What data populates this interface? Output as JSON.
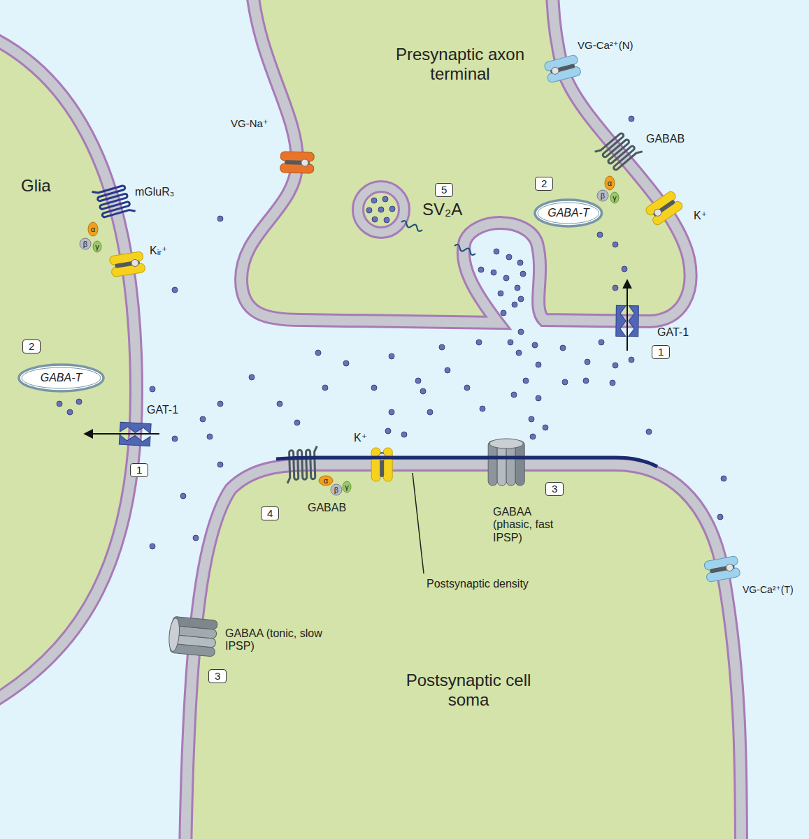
{
  "diagram": {
    "nodes": [
      {
        "text": [
          "Presynaptic axon terminal"
        ]
      },
      {
        "text": [
          "Glia"
        ]
      },
      {
        "text": [
          "GABA-T"
        ],
        "in": 0
      },
      {
        "text": [
          "GABA-T"
        ],
        "in": 1
      },
      {
        "text": [
          "Postsynaptic cell soma"
        ]
      }
    ],
    "labels": [
      "VG-Ca²⁺(N)",
      "VG-Na⁺",
      "GABAB",
      "mGluR₃",
      "α",
      "β",
      "γ",
      "5",
      "2",
      "SV₂A",
      "α",
      "β",
      "γ",
      "K⁺",
      "Kᵢᵣ⁺",
      "2",
      "GAT-1",
      "1",
      "GAT-1",
      "1",
      "K⁺",
      "α",
      "β",
      "γ",
      "4",
      "GABAB",
      "3",
      "GABAA (phasic, fast IPSP)",
      "Postsynaptic density",
      "VG-Ca²⁺(T)",
      "GABAA (tonic, slow IPSP)",
      "3"
    ]
  }
}
